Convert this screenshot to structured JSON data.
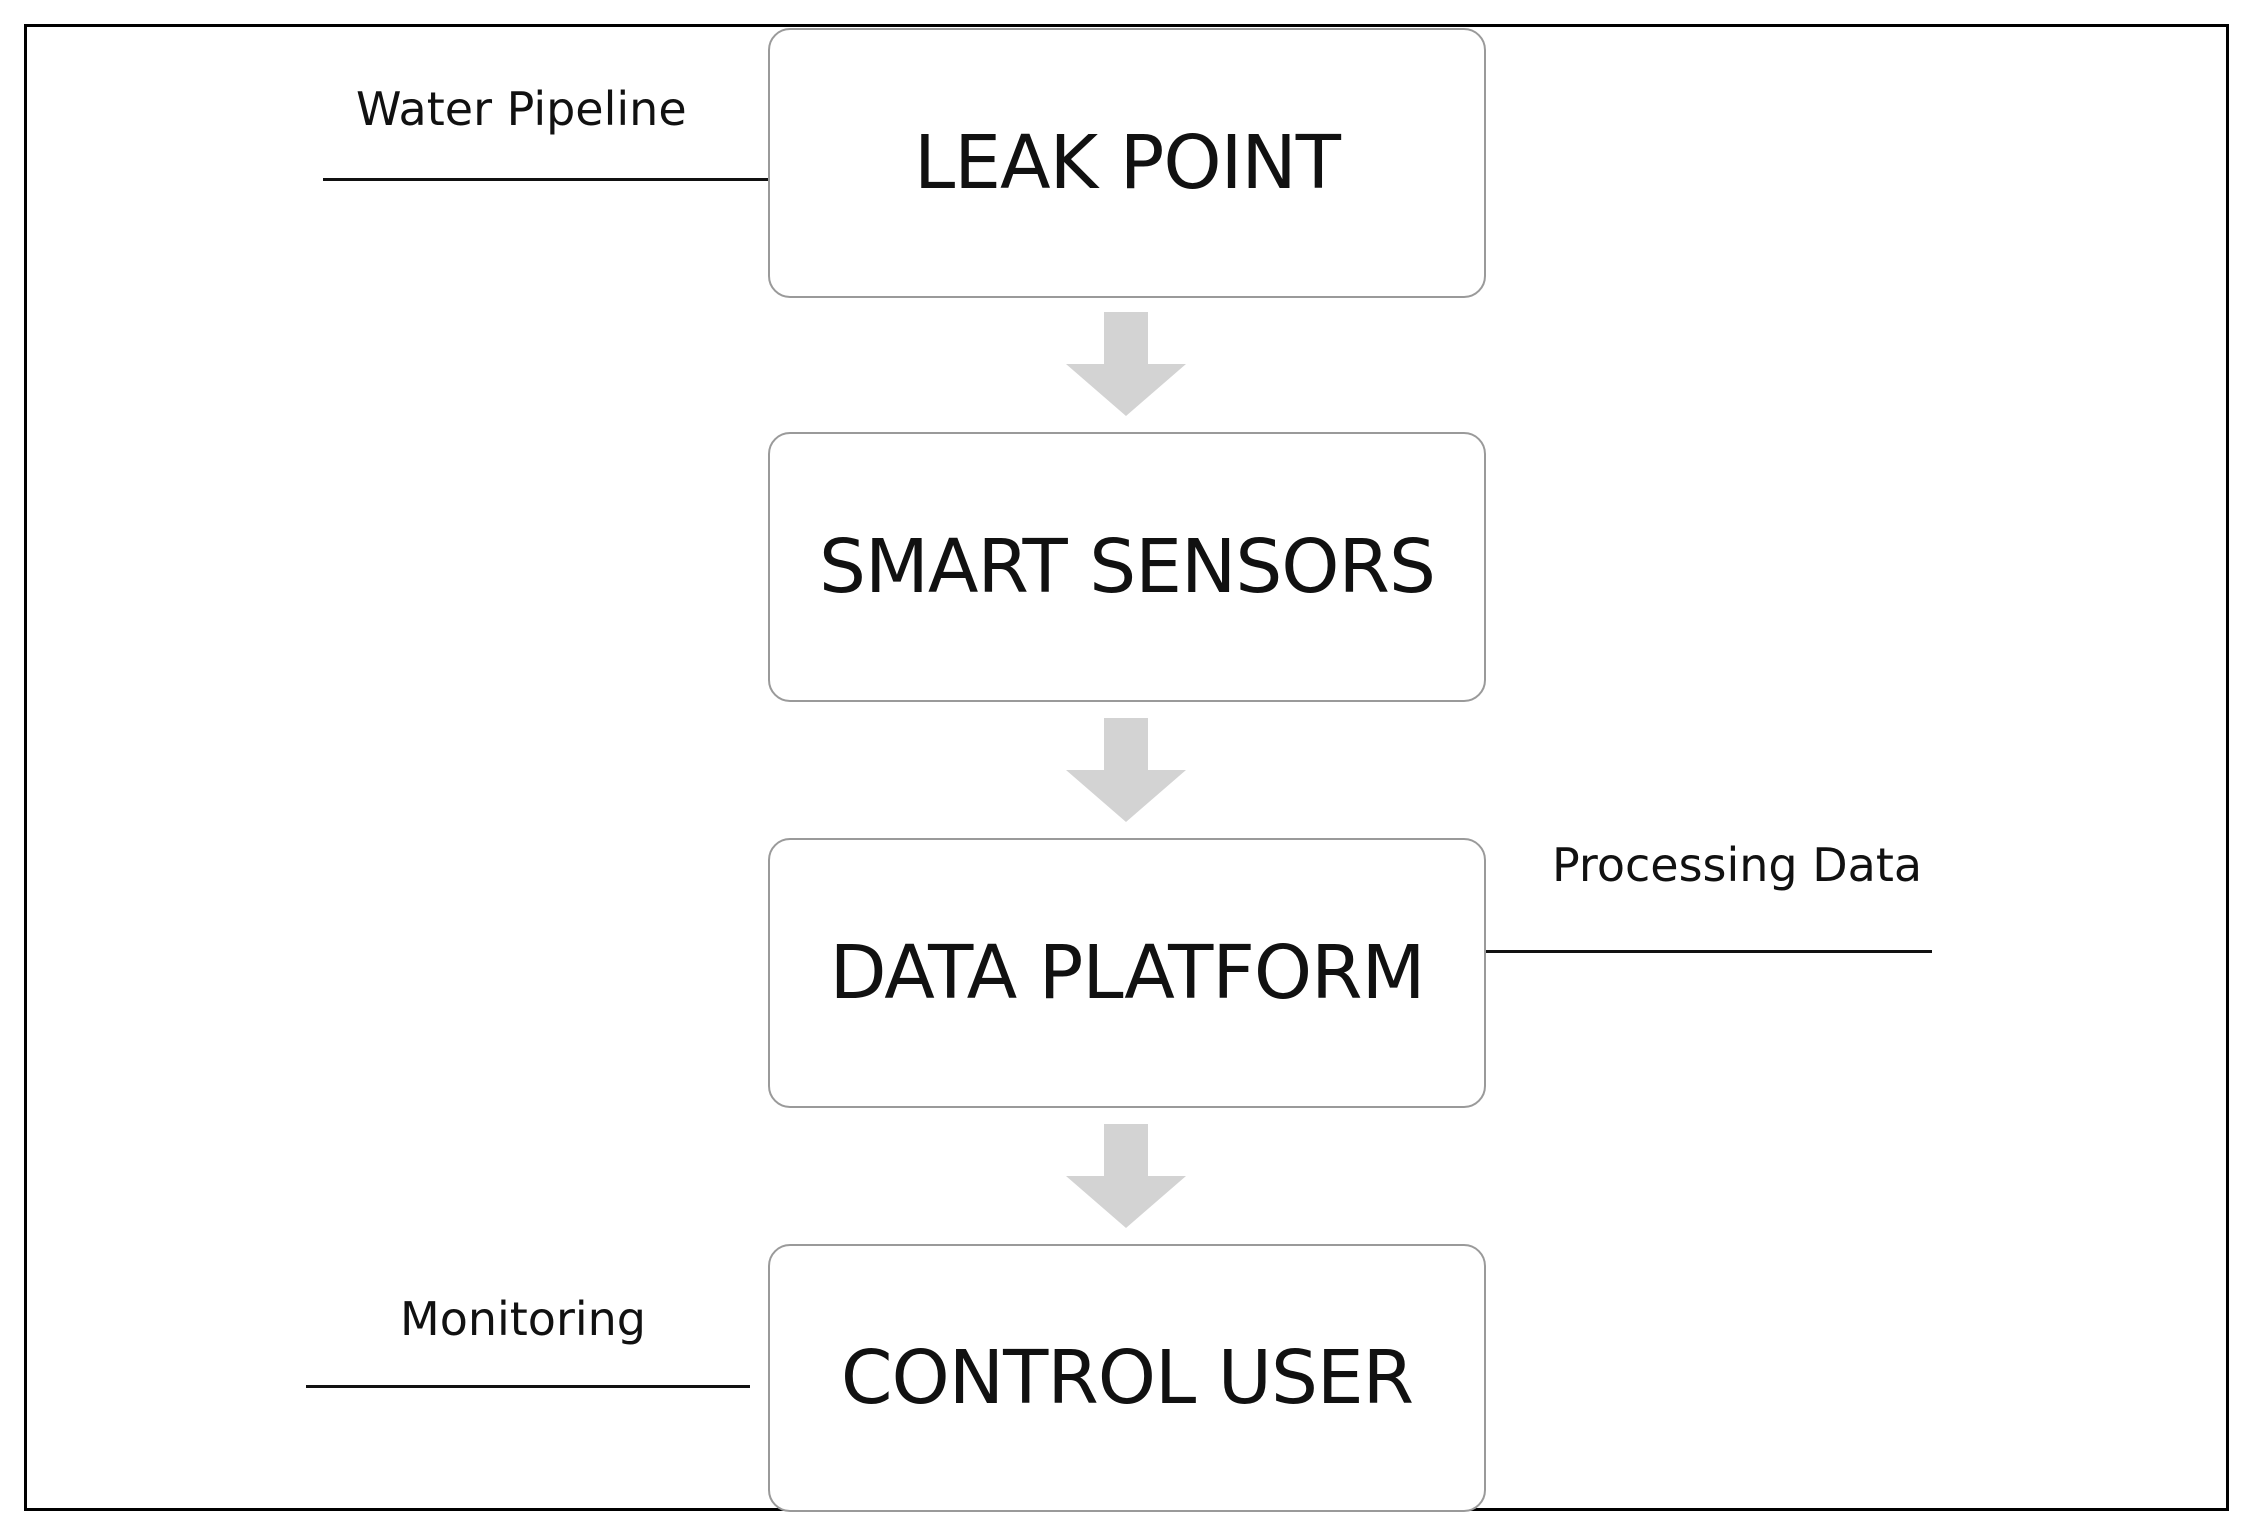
{
  "nodes": {
    "leak_point": "LEAK POINT",
    "smart_sensors": "SMART SENSORS",
    "data_platform": "DATA PLATFORM",
    "control_user": "CONTROL USER"
  },
  "annotations": {
    "water_pipeline": "Water Pipeline",
    "processing_data": "Processing Data",
    "monitoring": "Monitoring"
  },
  "colors": {
    "arrow_fill": "#d3d3d3",
    "box_border": "#9a9a9a",
    "frame_border": "#000000",
    "text": "#111111"
  }
}
